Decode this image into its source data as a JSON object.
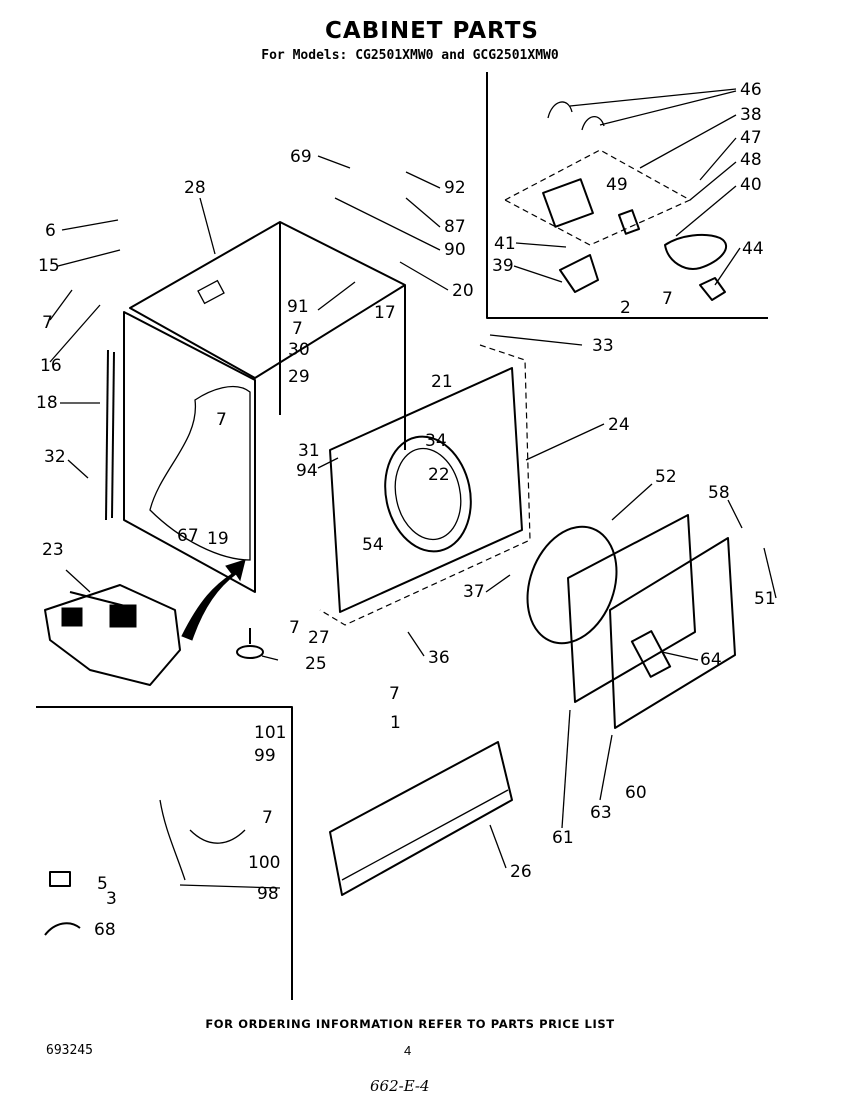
{
  "header": {
    "title": "CABINET PARTS",
    "subtitle": "For Models: CG2501XMW0 and GCG2501XMW0"
  },
  "diagram": {
    "labels": [
      {
        "id": "46",
        "text": "46"
      },
      {
        "id": "38",
        "text": "38"
      },
      {
        "id": "47",
        "text": "47"
      },
      {
        "id": "48",
        "text": "48"
      },
      {
        "id": "49",
        "text": "49"
      },
      {
        "id": "40",
        "text": "40"
      },
      {
        "id": "41",
        "text": "41"
      },
      {
        "id": "44",
        "text": "44"
      },
      {
        "id": "39",
        "text": "39"
      },
      {
        "id": "2",
        "text": "2"
      },
      {
        "id": "7a",
        "text": "7"
      },
      {
        "id": "69",
        "text": "69"
      },
      {
        "id": "92",
        "text": "92"
      },
      {
        "id": "87",
        "text": "87"
      },
      {
        "id": "90",
        "text": "90"
      },
      {
        "id": "20",
        "text": "20"
      },
      {
        "id": "28",
        "text": "28"
      },
      {
        "id": "6",
        "text": "6"
      },
      {
        "id": "15",
        "text": "15"
      },
      {
        "id": "7b",
        "text": "7"
      },
      {
        "id": "16",
        "text": "16"
      },
      {
        "id": "91",
        "text": "91"
      },
      {
        "id": "7c",
        "text": "7"
      },
      {
        "id": "17",
        "text": "17"
      },
      {
        "id": "30",
        "text": "30"
      },
      {
        "id": "29",
        "text": "29"
      },
      {
        "id": "21",
        "text": "21"
      },
      {
        "id": "33",
        "text": "33"
      },
      {
        "id": "18",
        "text": "18"
      },
      {
        "id": "7d",
        "text": "7"
      },
      {
        "id": "24",
        "text": "24"
      },
      {
        "id": "31",
        "text": "31"
      },
      {
        "id": "34",
        "text": "34"
      },
      {
        "id": "94",
        "text": "94"
      },
      {
        "id": "22",
        "text": "22"
      },
      {
        "id": "32",
        "text": "32"
      },
      {
        "id": "52",
        "text": "52"
      },
      {
        "id": "58",
        "text": "58"
      },
      {
        "id": "54",
        "text": "54"
      },
      {
        "id": "67",
        "text": "67"
      },
      {
        "id": "19",
        "text": "19"
      },
      {
        "id": "23",
        "text": "23"
      },
      {
        "id": "37",
        "text": "37"
      },
      {
        "id": "51",
        "text": "51"
      },
      {
        "id": "7e",
        "text": "7"
      },
      {
        "id": "27",
        "text": "27"
      },
      {
        "id": "36",
        "text": "36"
      },
      {
        "id": "25",
        "text": "25"
      },
      {
        "id": "64",
        "text": "64"
      },
      {
        "id": "7f",
        "text": "7"
      },
      {
        "id": "1",
        "text": "1"
      },
      {
        "id": "101",
        "text": "101"
      },
      {
        "id": "99",
        "text": "99"
      },
      {
        "id": "7g",
        "text": "7"
      },
      {
        "id": "100",
        "text": "100"
      },
      {
        "id": "5",
        "text": "5"
      },
      {
        "id": "3",
        "text": "3"
      },
      {
        "id": "98",
        "text": "98"
      },
      {
        "id": "68",
        "text": "68"
      },
      {
        "id": "26",
        "text": "26"
      },
      {
        "id": "61",
        "text": "61"
      },
      {
        "id": "63",
        "text": "63"
      },
      {
        "id": "60",
        "text": "60"
      }
    ]
  },
  "footer": {
    "note": "FOR ORDERING INFORMATION REFER TO PARTS PRICE LIST",
    "doc_number": "693245",
    "page_number": "4",
    "handwritten": "662-E-4"
  }
}
